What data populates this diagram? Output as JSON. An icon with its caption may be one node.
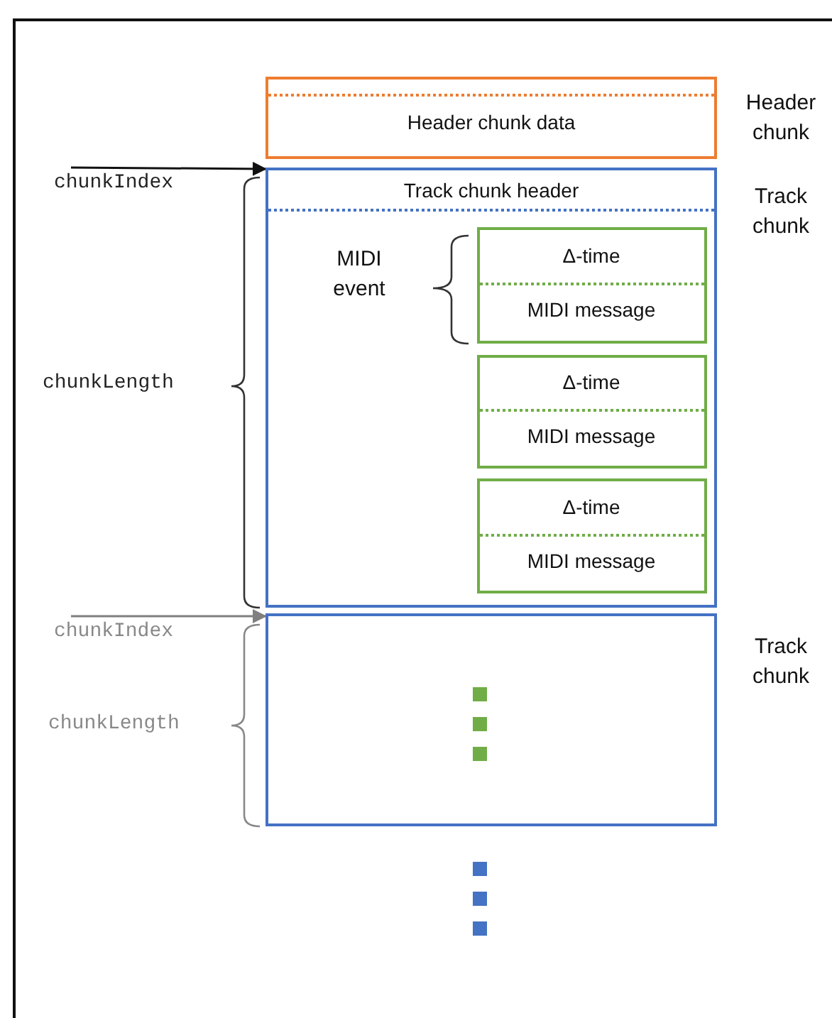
{
  "diagram": {
    "nodes": [
      {
        "text": [
          "Header chunk data"
        ],
        "beside": [
          "Header chunk"
        ]
      },
      {
        "text": [
          "Track chunk header"
        ],
        "beside": [
          "Track chunk"
        ]
      },
      {
        "text": [
          "Δ-time",
          "MIDI message"
        ],
        "in": 1
      },
      {
        "text": [
          "Δ-time",
          "MIDI message"
        ],
        "in": 1
      },
      {
        "text": [
          "Δ-time",
          "MIDI message"
        ],
        "in": 1
      },
      {
        "text": [],
        "shape": "box",
        "beside": [
          "Track chunk"
        ]
      },
      {
        "text": [
          "chunkIndex"
        ]
      },
      {
        "text": [
          "chunkIndex"
        ]
      }
    ],
    "edges": [
      {
        "from": 6,
        "to": 1,
        "arrow": "to"
      },
      {
        "from": 7,
        "to": 5,
        "arrow": "to",
        "color": "#808080"
      }
    ],
    "labels": [
      "MIDI event",
      "chunkLength",
      "chunkLength"
    ]
  }
}
